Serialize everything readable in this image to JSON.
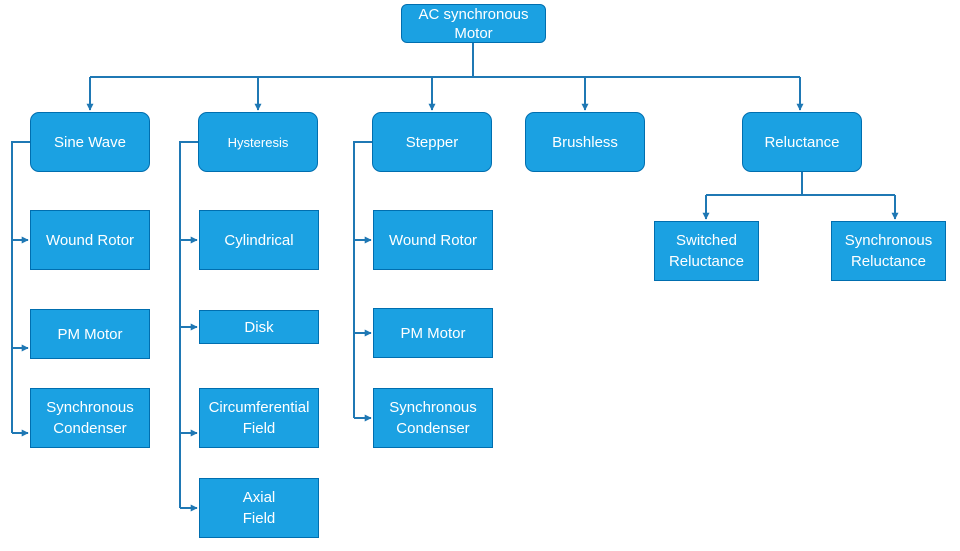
{
  "colors": {
    "node_fill": "#1ba1e2",
    "node_border": "#006eaf",
    "connector": "#1f78b4"
  },
  "root": {
    "label": "AC synchronous\nMotor"
  },
  "categories": {
    "sine_wave": {
      "label": "Sine Wave",
      "children": [
        "Wound Rotor",
        "PM Motor",
        "Synchronous\nCondenser"
      ]
    },
    "hysteresis": {
      "label": "Hysteresis",
      "children": [
        "Cylindrical",
        "Disk",
        "Circumferential\nField",
        "Axial\nField"
      ]
    },
    "stepper": {
      "label": "Stepper",
      "children": [
        "Wound Rotor",
        "PM Motor",
        "Synchronous\nCondenser"
      ]
    },
    "brushless": {
      "label": "Brushless"
    },
    "reluctance": {
      "label": "Reluctance",
      "children": [
        "Switched\nReluctance",
        "Synchronous\nReluctance"
      ]
    }
  }
}
